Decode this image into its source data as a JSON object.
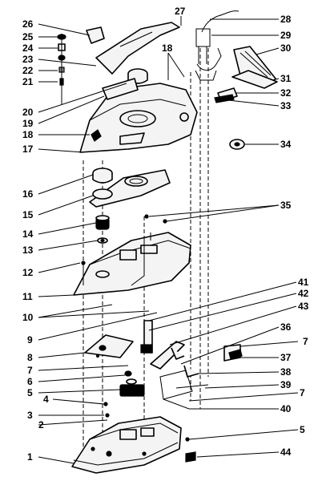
{
  "callouts": {
    "left": [
      "26",
      "25",
      "24",
      "23",
      "22",
      "21",
      "20",
      "19",
      "18",
      "17",
      "16",
      "15",
      "14",
      "13",
      "12",
      "11",
      "10",
      "9",
      "8",
      "7",
      "6",
      "5",
      "4",
      "3",
      "2",
      "1"
    ],
    "top": [
      "27",
      "18"
    ],
    "right": [
      "28",
      "29",
      "30",
      "31",
      "32",
      "33",
      "34",
      "35",
      "41",
      "42",
      "43",
      "36",
      "7",
      "37",
      "38",
      "39",
      "7",
      "40",
      "5",
      "44"
    ]
  }
}
